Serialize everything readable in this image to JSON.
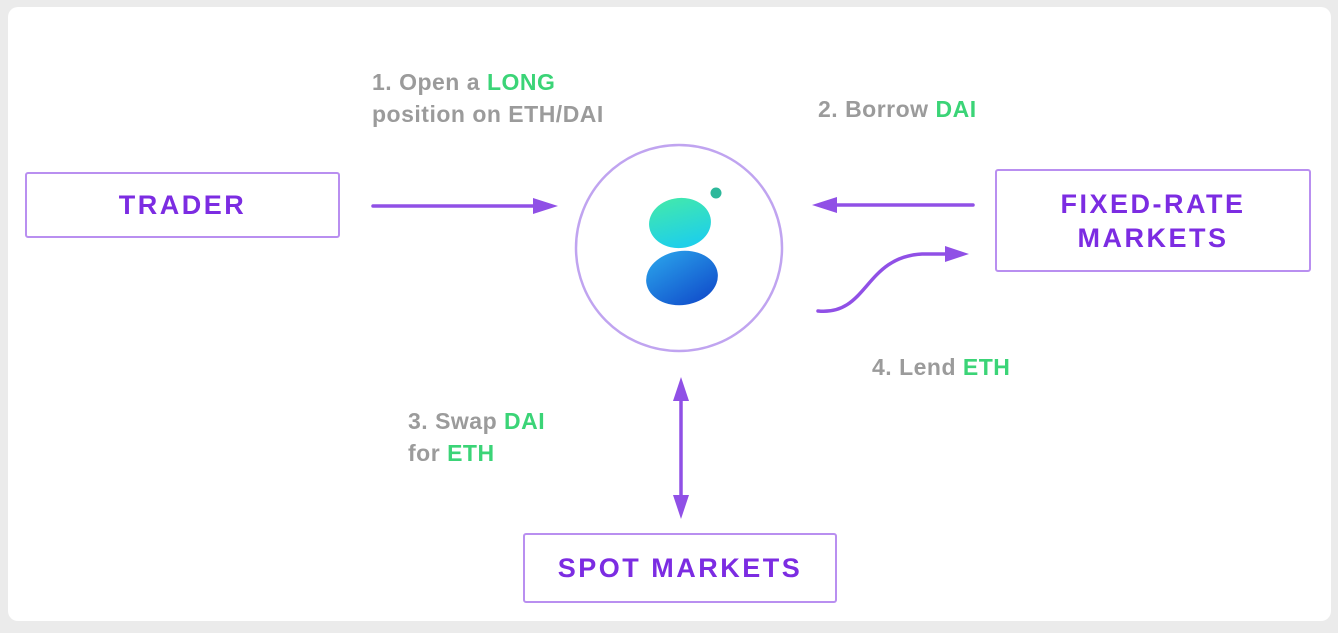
{
  "colors": {
    "page_background": "#ebebeb",
    "canvas_background": "#ffffff",
    "purple_text": "#7c2ce2",
    "box_border": "#b98ff0",
    "arrow": "#9050e6",
    "green": "#3bd477",
    "gray_text": "#9b9b9b",
    "circle_border": "#c0a4f0",
    "logo_teal_start": "#43e9ab",
    "logo_teal_end": "#1fd0e8",
    "logo_blue_start": "#2ba6ec",
    "logo_blue_end": "#1355ce",
    "logo_dot": "#2db89b"
  },
  "nodes": {
    "trader": {
      "label": "TRADER"
    },
    "fixed_rate_markets": {
      "label_line1": "FIXED-RATE",
      "label_line2": "MARKETS"
    },
    "spot_markets": {
      "label": "SPOT MARKETS"
    },
    "protocol": {
      "logo_icon": "blob-g-logo"
    }
  },
  "steps": {
    "step1": {
      "prefix": "1. Open a ",
      "highlight": "LONG",
      "line2": "position on ETH/DAI"
    },
    "step2": {
      "prefix": "2. Borrow ",
      "highlight": "DAI"
    },
    "step3": {
      "line1_prefix": "3. Swap ",
      "line1_highlight": "DAI",
      "line2_prefix": "for ",
      "line2_highlight": "ETH"
    },
    "step4": {
      "prefix": "4. Lend ",
      "highlight": "ETH"
    }
  }
}
